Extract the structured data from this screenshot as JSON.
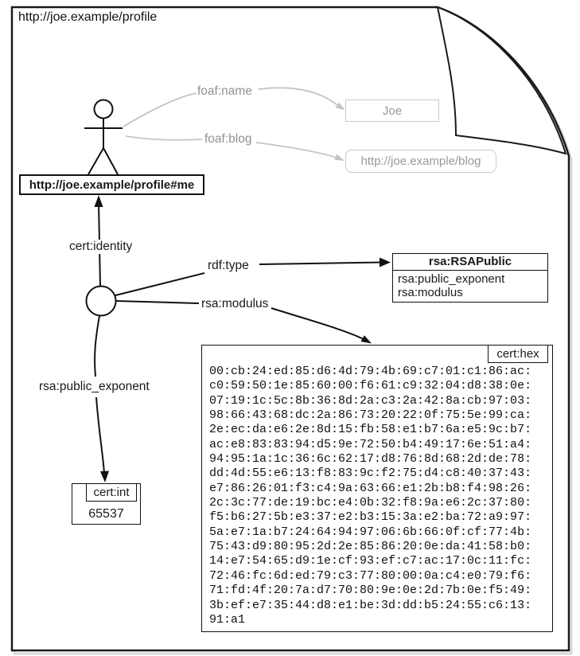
{
  "document": {
    "uri": "http://joe.example/profile"
  },
  "nodes": {
    "person_uri": "http://joe.example/profile#me",
    "name_literal": "Joe",
    "blog_literal": "http://joe.example/blog",
    "key_class": {
      "title": "rsa:RSAPublic",
      "rows": [
        "rsa:public_exponent",
        "rsa:modulus"
      ]
    },
    "modulus": {
      "datatype": "cert:hex",
      "hex_lines": [
        "00:cb:24:ed:85:d6:4d:79:4b:69:c7:01:c1:86:ac:",
        "c0:59:50:1e:85:60:00:f6:61:c9:32:04:d8:38:0e:",
        "07:19:1c:5c:8b:36:8d:2a:c3:2a:42:8a:cb:97:03:",
        "98:66:43:68:dc:2a:86:73:20:22:0f:75:5e:99:ca:",
        "2e:ec:da:e6:2e:8d:15:fb:58:e1:b7:6a:e5:9c:b7:",
        "ac:e8:83:83:94:d5:9e:72:50:b4:49:17:6e:51:a4:",
        "94:95:1a:1c:36:6c:62:17:d8:76:8d:68:2d:de:78:",
        "dd:4d:55:e6:13:f8:83:9c:f2:75:d4:c8:40:37:43:",
        "e7:86:26:01:f3:c4:9a:63:66:e1:2b:b8:f4:98:26:",
        "2c:3c:77:de:19:bc:e4:0b:32:f8:9a:e6:2c:37:80:",
        "f5:b6:27:5b:e3:37:e2:b3:15:3a:e2:ba:72:a9:97:",
        "5a:e7:1a:b7:24:64:94:97:06:6b:66:0f:cf:77:4b:",
        "75:43:d9:80:95:2d:2e:85:86:20:0e:da:41:58:b0:",
        "14:e7:54:65:d9:1e:cf:93:ef:c7:ac:17:0c:11:fc:",
        "72:46:fc:6d:ed:79:c3:77:80:00:0a:c4:e0:79:f6:",
        "71:fd:4f:20:7a:d7:70:80:9e:0e:2d:7b:0e:f5:49:",
        "3b:ef:e7:35:44:d8:e1:be:3d:dd:b5:24:55:c6:13:",
        "91:a1"
      ]
    },
    "exponent": {
      "datatype": "cert:int",
      "value": "65537"
    }
  },
  "edges": {
    "foaf_name": "foaf:name",
    "foaf_blog": "foaf:blog",
    "cert_identity": "cert:identity",
    "rdf_type": "rdf:type",
    "rsa_modulus": "rsa:modulus",
    "rsa_public_exponent": "rsa:public_exponent"
  },
  "icons": {
    "person": "stick-figure-icon",
    "blank_node": "blank-node-circle",
    "page": "folded-page-outline"
  },
  "colors": {
    "ink": "#1a1a1a",
    "muted_text": "#919191",
    "muted_line": "#c4c4c4",
    "shadow": "#d9d9d9"
  }
}
